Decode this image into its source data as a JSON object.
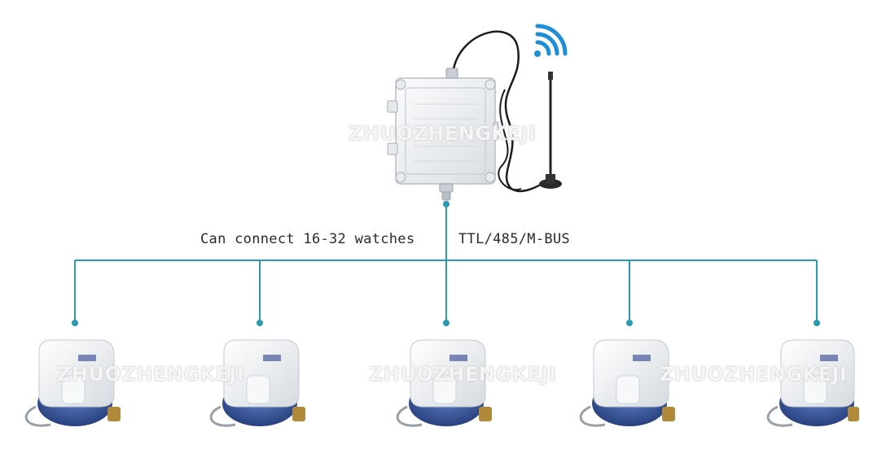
{
  "labels": {
    "capacity": "Can connect 16-32 watches",
    "protocol": "TTL/485/M-BUS"
  },
  "watermark": "ZHUOZHENGKEJI",
  "colors": {
    "bus_line": "#2a9ab0",
    "meter_body": "#f4f6f8",
    "meter_base": "#2f4f9a",
    "brass": "#b08a3a",
    "wifi": "#1e8fd6"
  },
  "icons": {
    "gateway": "gateway-device-icon",
    "antenna": "antenna-icon",
    "wireless": "wifi-signal-icon",
    "meter": "water-meter-icon"
  },
  "meter_count": 5
}
